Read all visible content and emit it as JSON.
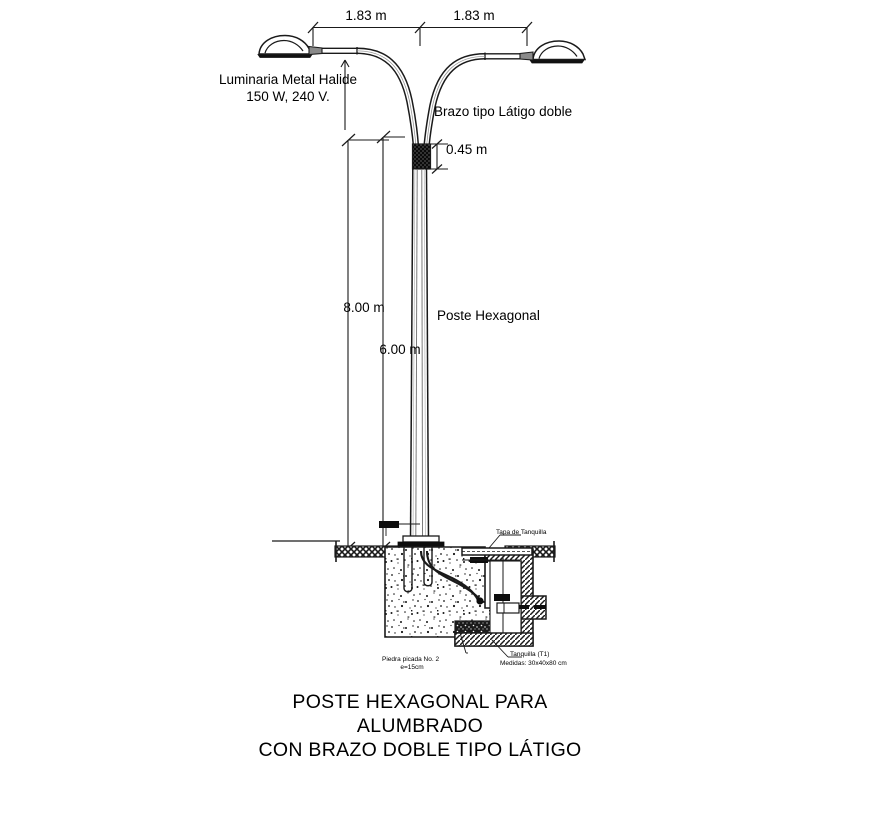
{
  "drawing": {
    "title_lines": [
      "POSTE HEXAGONAL PARA",
      "ALUMBRADO",
      "CON BRAZO DOBLE TIPO LÁTIGO"
    ],
    "dimensions": {
      "arm_left": "1.83 m",
      "arm_right": "1.83 m",
      "bracket_height": "0.45 m",
      "total_height": "8.00 m",
      "pole_height": "6.00 m"
    },
    "callouts": {
      "luminaire_line1": "Luminaria Metal Halide",
      "luminaire_line2": "150 W, 240 V.",
      "arm": "Brazo tipo Látigo doble",
      "pole": "Poste Hexagonal",
      "vault_cover": "Tapa de Tanquilla",
      "vault_name": "Tanquilla (T1)",
      "vault_size": "Medidas: 30x40x80 cm",
      "gravel_line1": "Piedra picada No. 2",
      "gravel_line2": "e=15cm"
    },
    "colors": {
      "line": "#1a1a1a",
      "fill_dark": "#000000",
      "background": "#ffffff",
      "hatch": "#2b2b2b"
    }
  }
}
